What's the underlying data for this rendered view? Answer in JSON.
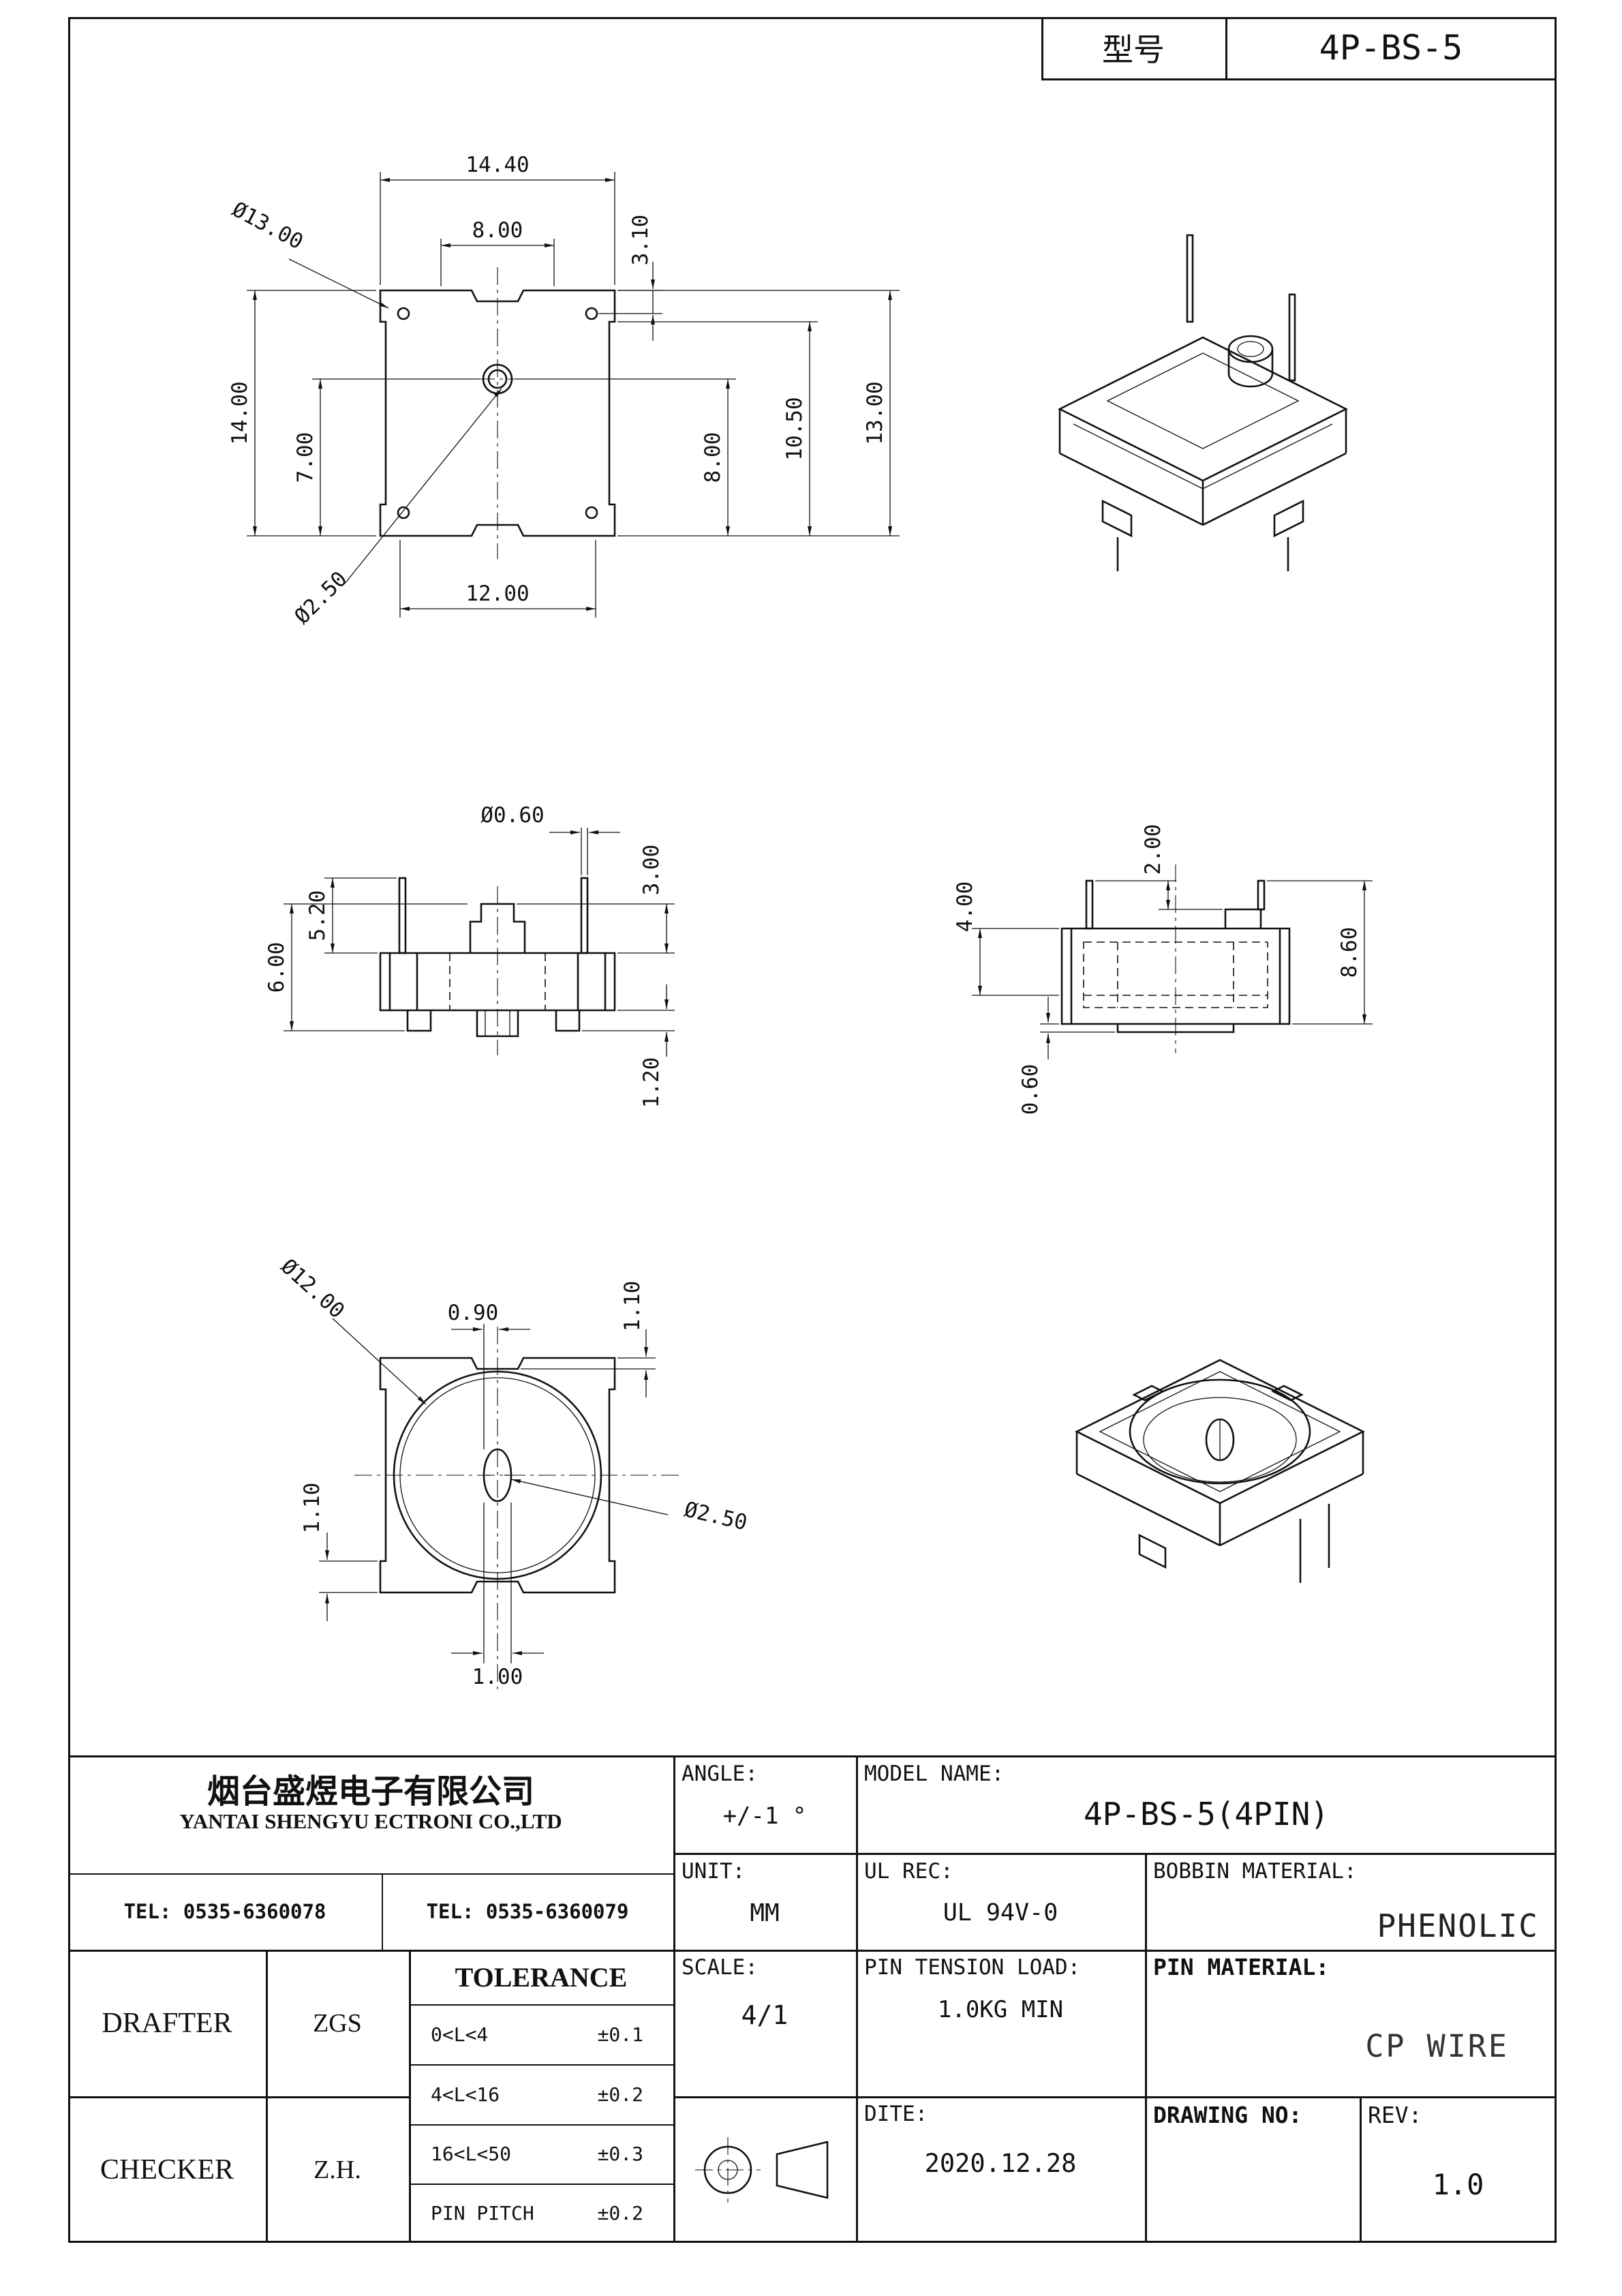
{
  "sheet": {
    "model_label": "型号",
    "model_value": "4P-BS-5"
  },
  "views": {
    "front": {
      "top_width": "14.40",
      "notch_width": "8.00",
      "corner_offset": "3.10",
      "flange_dia": "Ø13.00",
      "left_height": "14.00",
      "center_height": "7.00",
      "right_h1": "8.00",
      "right_h2": "10.50",
      "right_h3": "13.00",
      "hole_dia": "Ø2.50",
      "bottom_width": "12.00"
    },
    "side_left": {
      "pin_dia": "Ø0.60",
      "pin_len": "5.20",
      "tab_h": "3.00",
      "total_h": "6.00",
      "foot_h": "1.20"
    },
    "side_right": {
      "top_off": "2.00",
      "left_h": "4.00",
      "total_h": "8.60",
      "step_h": "0.60"
    },
    "bottom": {
      "core_dia": "Ø12.00",
      "slot_off": "0.90",
      "notch_top": "1.10",
      "notch_left": "1.10",
      "slot_dia": "Ø2.50",
      "slot_w": "1.00"
    }
  },
  "title_block": {
    "company_cn": "烟台盛煜电子有限公司",
    "company_en": "YANTAI SHENGYU ECTRONI CO.,LTD",
    "tel1": "TEL: 0535-6360078",
    "tel2": "TEL: 0535-6360079",
    "angle_label": "ANGLE:",
    "angle_value": "+/-1 °",
    "model_name_label": "MODEL NAME:",
    "model_name_value": "4P-BS-5(4PIN)",
    "unit_label": "UNIT:",
    "unit_value": "MM",
    "ul_label": "UL REC:",
    "ul_value": "UL 94V-0",
    "bobbin_label": "BOBBIN MATERIAL:",
    "bobbin_value": "PHENOLIC",
    "drafter_label": "DRAFTER",
    "drafter_value": "ZGS",
    "checker_label": "CHECKER",
    "checker_value": "Z.H.",
    "tolerance_title": "TOLERANCE",
    "tol_rows": [
      {
        "range": "0<L<4",
        "tol": "±0.1"
      },
      {
        "range": "4<L<16",
        "tol": "±0.2"
      },
      {
        "range": "16<L<50",
        "tol": "±0.3"
      },
      {
        "range": "PIN PITCH",
        "tol": "±0.2"
      }
    ],
    "scale_label": "SCALE:",
    "scale_value": "4/1",
    "pin_tension_label": "PIN TENSION LOAD:",
    "pin_tension_value": "1.0KG MIN",
    "pin_material_label": "PIN MATERIAL:",
    "pin_material_value": "CP WIRE",
    "date_label": "DITE:",
    "date_value": "2020.12.28",
    "drawing_no_label": "DRAWING NO:",
    "rev_label": "REV:",
    "rev_value": "1.0"
  }
}
